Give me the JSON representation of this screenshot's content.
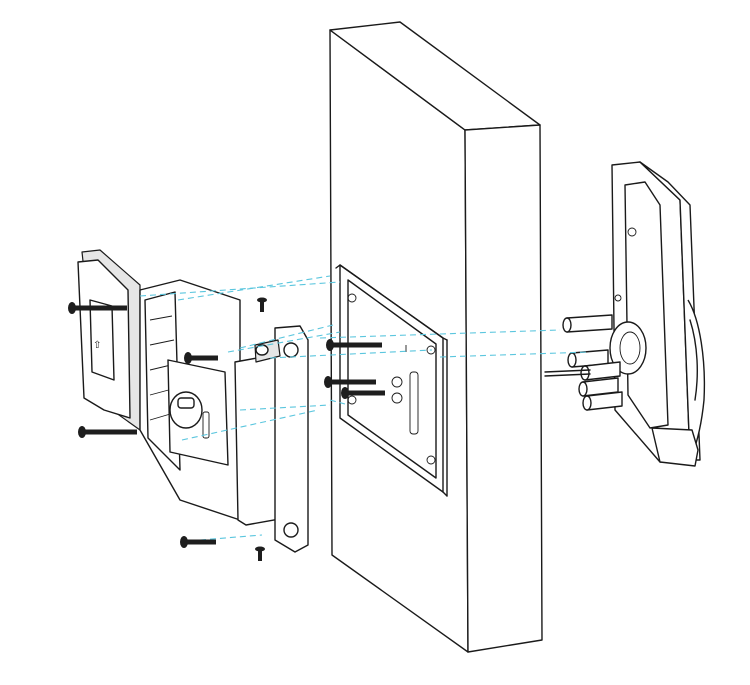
{
  "colors": {
    "line": "#1a1a1a",
    "background": "#ffffff",
    "door_face": "#ffffff",
    "shading": "#e6e6e6",
    "guide_lines": "#5bc6de",
    "screws": "#1e1e1e"
  },
  "parts": [
    "outdoor-unit",
    "mounting-bracket",
    "door-panel",
    "indoor-back-plate",
    "indoor-unit",
    "mounting-screws",
    "alignment-guides"
  ]
}
